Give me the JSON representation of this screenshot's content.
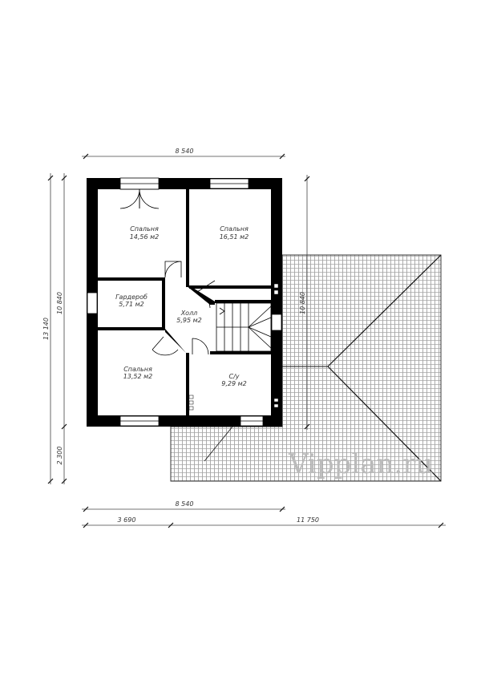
{
  "plan": {
    "rooms": [
      {
        "name": "Спальня",
        "area": "14,56 м2"
      },
      {
        "name": "Спальня",
        "area": "16,51 м2"
      },
      {
        "name": "Гардероб",
        "area": "5,71 м2"
      },
      {
        "name": "Холл",
        "area": "5,95 м2"
      },
      {
        "name": "Спальня",
        "area": "13,52 м2"
      },
      {
        "name": "С/у",
        "area": "9,29 м2"
      }
    ],
    "dimensions": {
      "top": "8 540",
      "bottom_total": "8 540",
      "bottom_left": "3 690",
      "bottom_right": "11 750",
      "left_outer": "13 140",
      "left_inner": "10 840",
      "left_lower": "2 300",
      "right": "10 840"
    },
    "watermark": "Vipplan.ru"
  }
}
